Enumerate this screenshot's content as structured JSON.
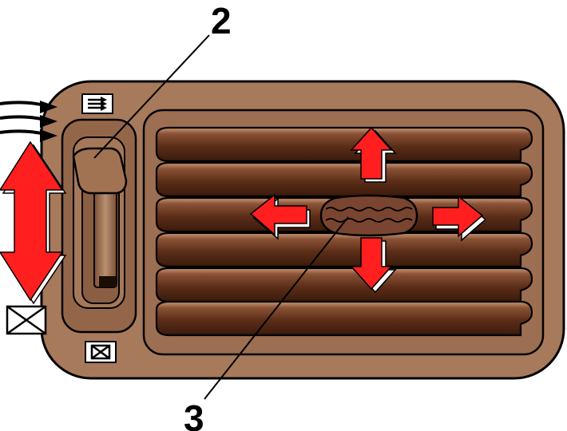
{
  "callouts": [
    {
      "id": "thumbwheel",
      "label": "2"
    },
    {
      "id": "adjuster-knob",
      "label": "3"
    }
  ],
  "icons": {
    "airflow_open": "airflow-open-icon",
    "airflow_closed": "airflow-closed-icon"
  },
  "colors": {
    "housing": "#a77a5c",
    "vent_panel": "#9c6e52",
    "louver": "#6b3a22",
    "arrow": "#ff1f1f"
  }
}
